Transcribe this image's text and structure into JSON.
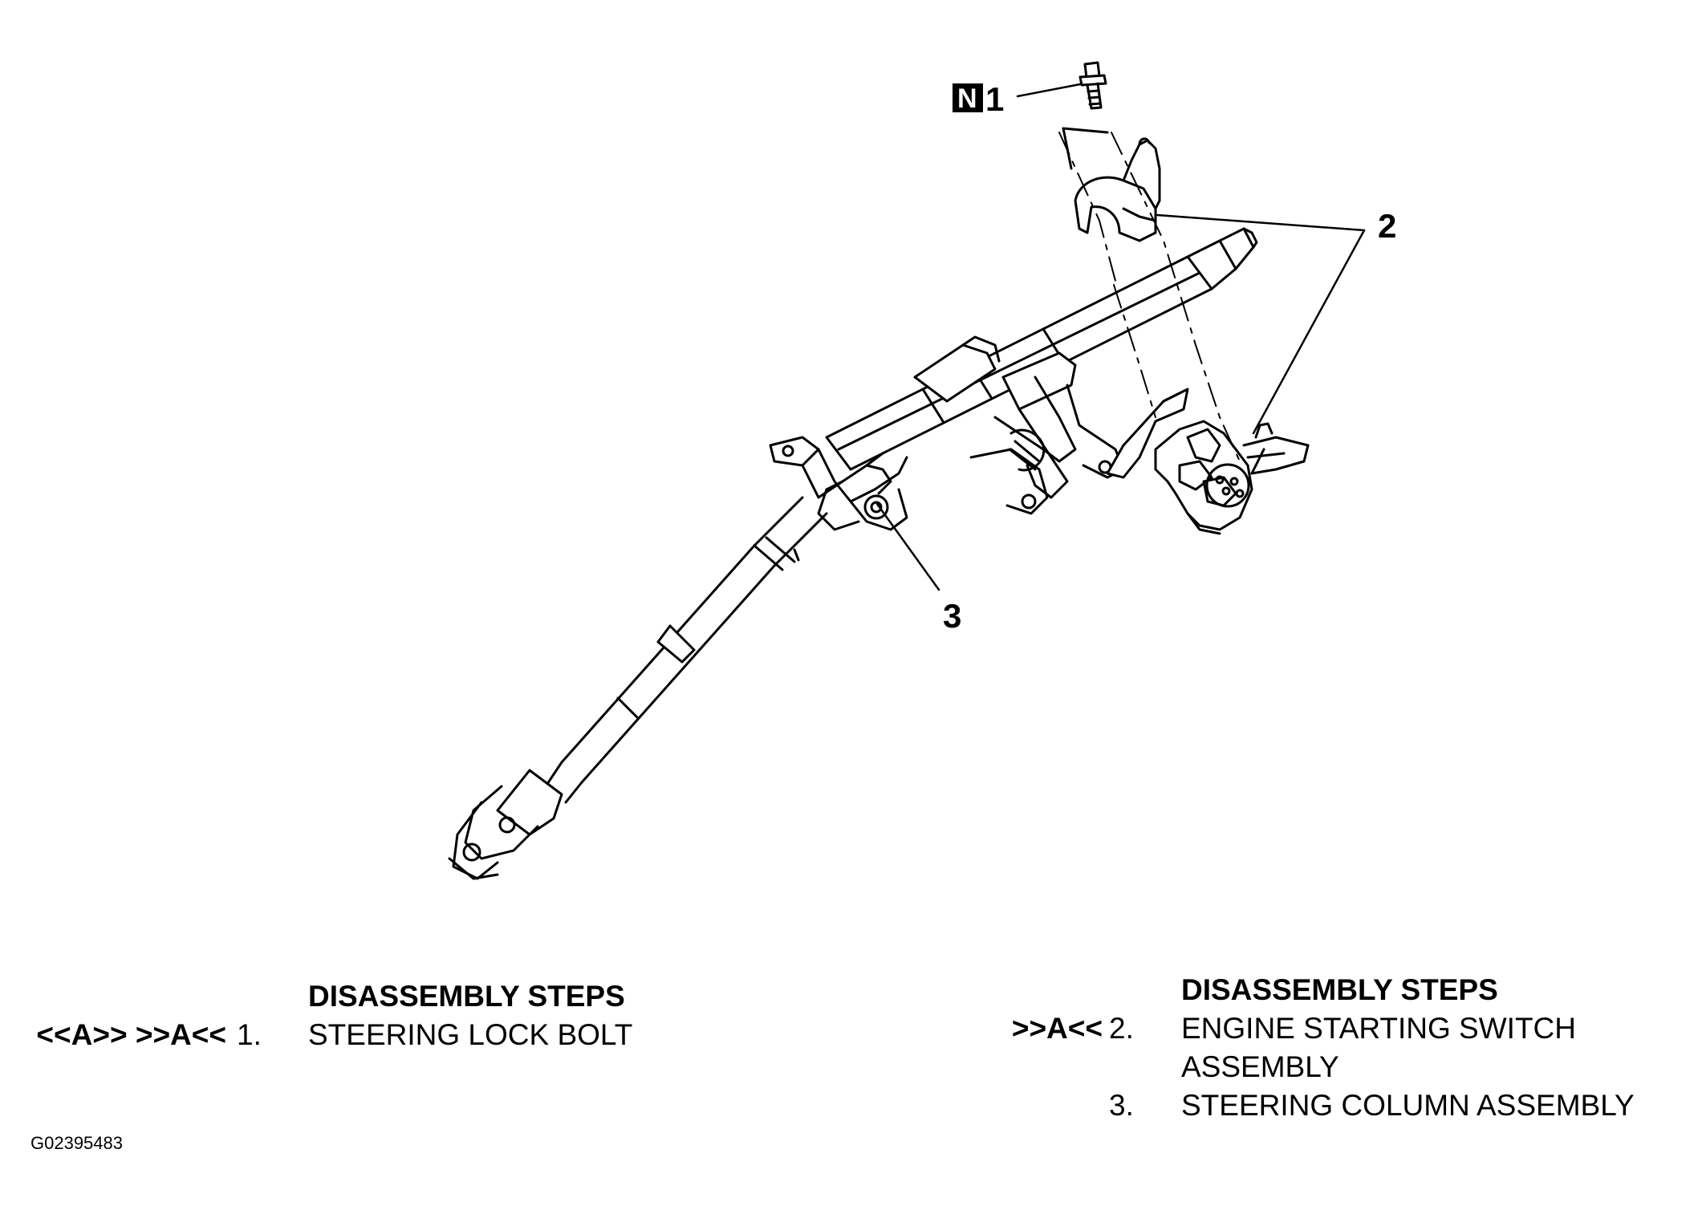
{
  "callouts": {
    "c1": "1",
    "c1_box": "N",
    "c2": "2",
    "c3": "3"
  },
  "left_steps": {
    "heading": "DISASSEMBLY STEPS",
    "items": [
      {
        "code": "<<A>> >>A<<",
        "number": "1.",
        "text": "STEERING LOCK BOLT"
      }
    ]
  },
  "right_steps": {
    "heading": "DISASSEMBLY STEPS",
    "items": [
      {
        "code": ">>A<<",
        "number": "2.",
        "text": "ENGINE STARTING SWITCH",
        "text2": "ASSEMBLY"
      },
      {
        "code": "",
        "number": "3.",
        "text": "STEERING COLUMN ASSEMBLY"
      }
    ]
  },
  "figure_id": "G02395483",
  "colors": {
    "ink": "#000000",
    "paper": "#ffffff"
  }
}
